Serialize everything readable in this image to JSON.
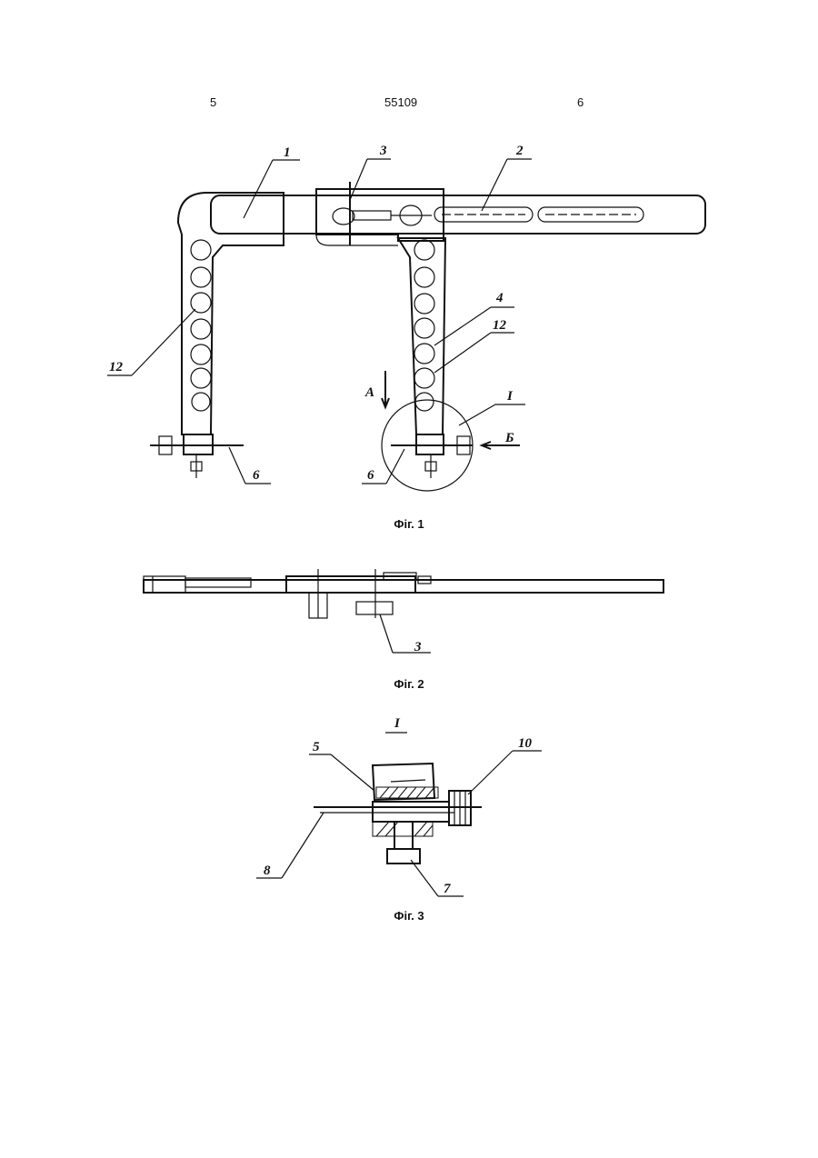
{
  "header": {
    "page_left": "5",
    "patent_number": "55109",
    "page_right": "6"
  },
  "figures": {
    "fig1": {
      "caption": "Фіг. 1",
      "labels": {
        "l1": "1",
        "l2": "2",
        "l3": "3",
        "l4": "4",
        "l12_left": "12",
        "l12_right": "12",
        "l6_left": "6",
        "l6_right": "6",
        "detail": "I",
        "view_a": "A",
        "view_b": "Б"
      }
    },
    "fig2": {
      "caption": "Фіг. 2",
      "labels": {
        "l3": "3"
      }
    },
    "fig3": {
      "caption": "Фіг. 3",
      "title": "I",
      "labels": {
        "l5": "5",
        "l10": "10",
        "l8": "8",
        "l7": "7"
      }
    }
  }
}
